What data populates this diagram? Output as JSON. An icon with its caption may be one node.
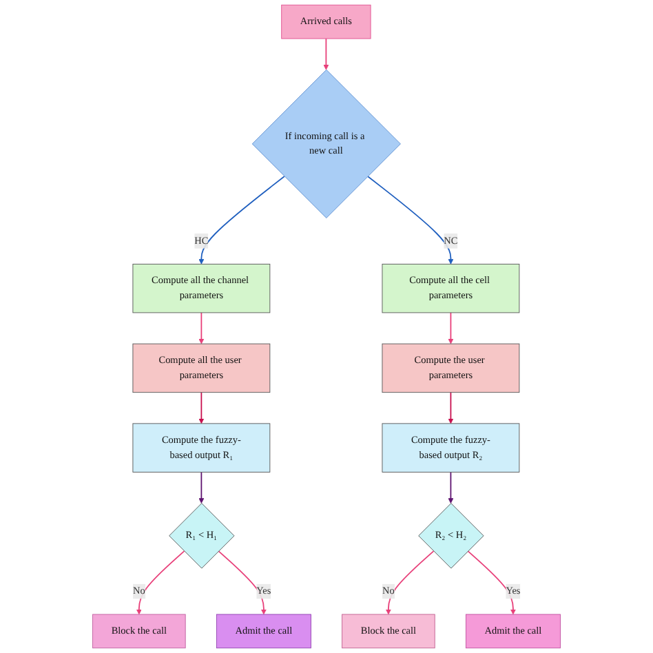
{
  "diagram": {
    "nodes": [
      {
        "text": [
          "Arrived calls"
        ]
      },
      {
        "text": [
          "If incoming call is a new call"
        ]
      },
      {
        "text": [
          "Compute all the channel parameters"
        ]
      },
      {
        "text": [
          "Compute all the cell parameters"
        ]
      },
      {
        "text": [
          "Compute all the user parameters"
        ]
      },
      {
        "text": [
          "Compute the user parameters"
        ]
      },
      {
        "text": [
          "Compute the fuzzy-based output R₁"
        ]
      },
      {
        "text": [
          "Compute the fuzzy-based output R₂"
        ]
      },
      {
        "text": [
          "R₁ < H₁"
        ]
      },
      {
        "text": [
          "R₂ < H₂"
        ]
      },
      {
        "text": [
          "Block the call"
        ]
      },
      {
        "text": [
          "Admit the call"
        ]
      },
      {
        "text": [
          "Block the call"
        ]
      },
      {
        "text": [
          "Admit the call"
        ]
      }
    ],
    "edges": [
      {
        "from": 0,
        "to": 1,
        "arrow": "to"
      },
      {
        "from": 1,
        "to": 2,
        "arrow": "to",
        "label": "HC",
        "color": "#1f5fbf"
      },
      {
        "from": 1,
        "to": 3,
        "arrow": "to",
        "label": "NC",
        "color": "#1f5fbf"
      },
      {
        "from": 2,
        "to": 4,
        "arrow": "to"
      },
      {
        "from": 3,
        "to": 5,
        "arrow": "to"
      },
      {
        "from": 4,
        "to": 6,
        "arrow": "to",
        "color": "#c8104f"
      },
      {
        "from": 5,
        "to": 7,
        "arrow": "to",
        "color": "#c8104f"
      },
      {
        "from": 6,
        "to": 8,
        "arrow": "to",
        "color": "#5e1470"
      },
      {
        "from": 7,
        "to": 9,
        "arrow": "to",
        "color": "#5e1470"
      },
      {
        "from": 8,
        "to": 10,
        "arrow": "to",
        "label": "No"
      },
      {
        "from": 8,
        "to": 11,
        "arrow": "to",
        "label": "Yes"
      },
      {
        "from": 9,
        "to": 12,
        "arrow": "to",
        "label": "No"
      },
      {
        "from": 9,
        "to": 13,
        "arrow": "to",
        "label": "Yes"
      }
    ]
  }
}
